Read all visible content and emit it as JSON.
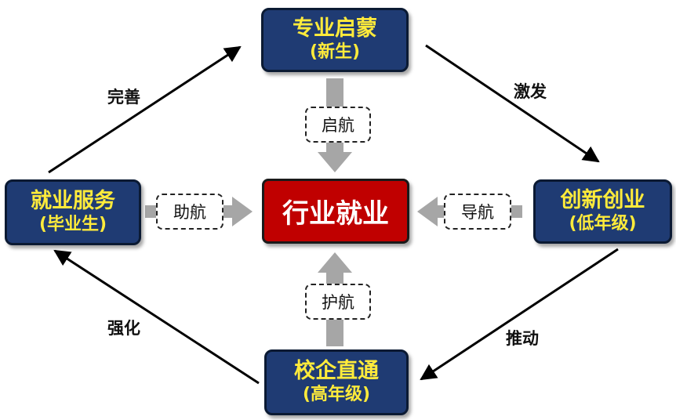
{
  "nodes": {
    "top": {
      "title": "专业启蒙",
      "sub": "(新生)"
    },
    "left": {
      "title": "就业服务",
      "sub": "(毕业生)"
    },
    "right": {
      "title": "创新创业",
      "sub": "(低年级)"
    },
    "bottom": {
      "title": "校企直通",
      "sub": "(高年级)"
    },
    "center": {
      "title": "行业就业"
    }
  },
  "tags": {
    "top": "启航",
    "left": "助航",
    "right": "导航",
    "bottom": "护航"
  },
  "cycle_labels": {
    "top_left": "完善",
    "top_right": "激发",
    "bottom_right": "推动",
    "bottom_left": "强化"
  },
  "colors": {
    "node_fill": "#1f3b73",
    "node_text": "#ffeb3b",
    "center_fill": "#c00000",
    "center_text": "#ffffff",
    "gray_arrow": "#a6a6a6"
  }
}
